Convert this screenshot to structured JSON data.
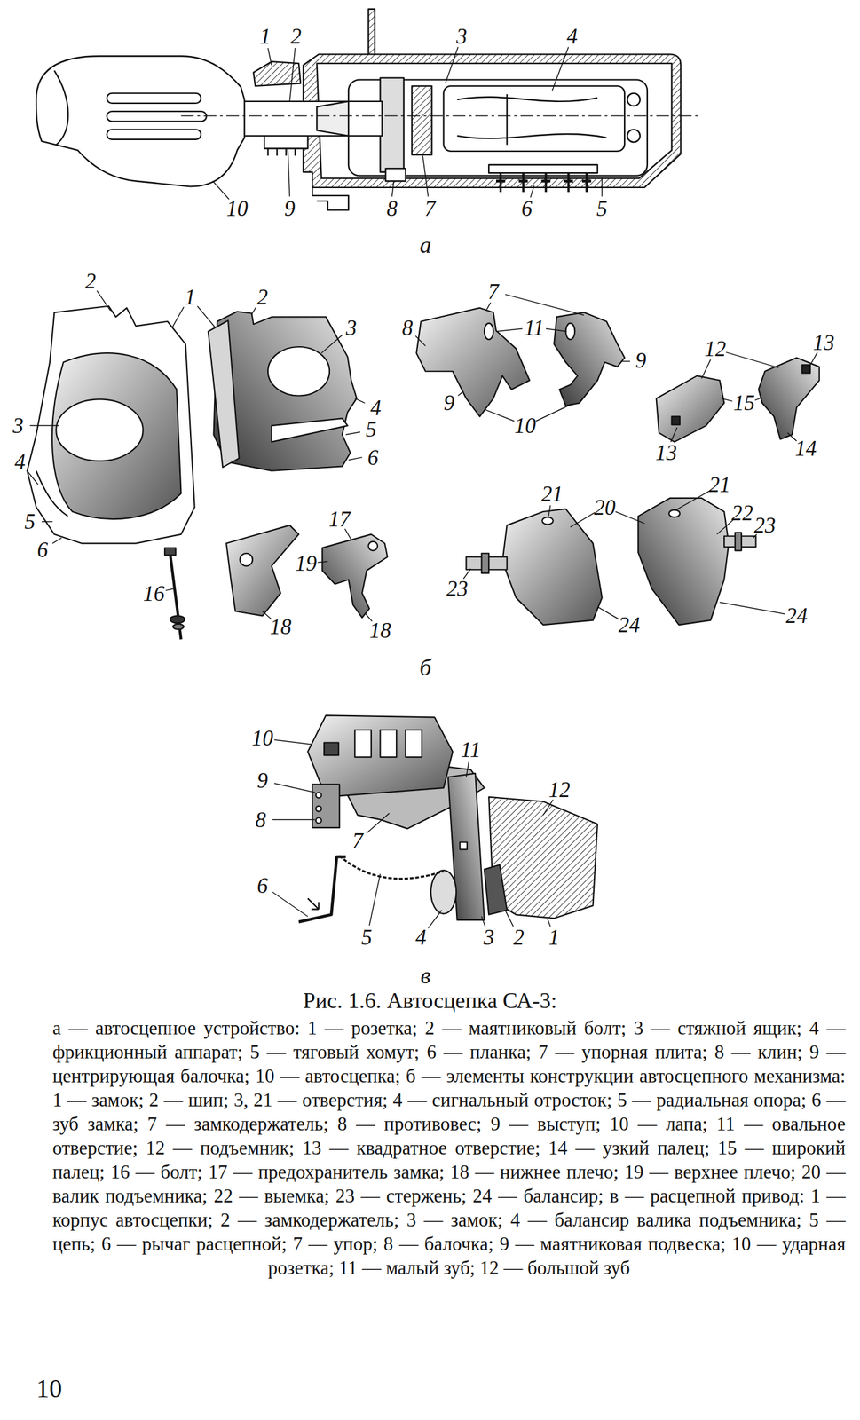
{
  "diagram": {
    "caption": "Рис. 1.6. Автосцепка СА-3:",
    "labels": [
      "1",
      "2",
      "3",
      "4",
      "10",
      "9",
      "8",
      "7",
      "6",
      "5",
      "а",
      "2",
      "1",
      "2",
      "3",
      "4",
      "5",
      "6",
      "3",
      "4",
      "5",
      "6",
      "7",
      "8",
      "11",
      "9",
      "9",
      "10",
      "12",
      "13",
      "15",
      "13",
      "14",
      "16",
      "17",
      "19",
      "18",
      "18",
      "21",
      "20",
      "21",
      "22",
      "23",
      "23",
      "24",
      "24",
      "б",
      "10",
      "11",
      "12",
      "9",
      "8",
      "7",
      "6",
      "5",
      "4",
      "3",
      "2",
      "1",
      "в",
      "а — автосцепное устройство: 1 — розетка; 2 — маятниковый болт; 3 — стяжной ящик; 4 — фрикционный аппарат; 5 — тяговый хомут; 6 — планка; 7 — упорная плита; 8 — клин; 9 — центрирующая балочка; 10 — автосцепка; б — элементы конструкции автосцепного механизма: 1 — замок; 2 — шип; 3, 21 — отверстия; 4 — сигнальный отросток; 5 — радиальная опора; 6 — зуб замка; 7 — замкодержатель; 8 — противовес; 9 — выступ; 10 — лапа; 11 — овальное отверстие; 12 — подъемник; 13 — квадратное отверстие; 14 — узкий палец; 15 — широкий палец; 16 — болт; 17 — предохранитель замка; 18 — нижнее плечо; 19 — верхнее плечо; 20 — валик подъемника; 22 — выемка; 23 — стержень; 24 — балансир; в — расцепной привод: 1 — корпус автосцепки; 2 — замкодержатель; 3 — замок; 4 — балансир валика подъемника; 5 — цепь; 6 — рычаг расцепной; 7 — упор; 8 — балочка; 9 — маятниковая подвеска; 10 — ударная розетка; 11 — малый зуб; 12 — большой зуб",
      "10"
    ]
  }
}
